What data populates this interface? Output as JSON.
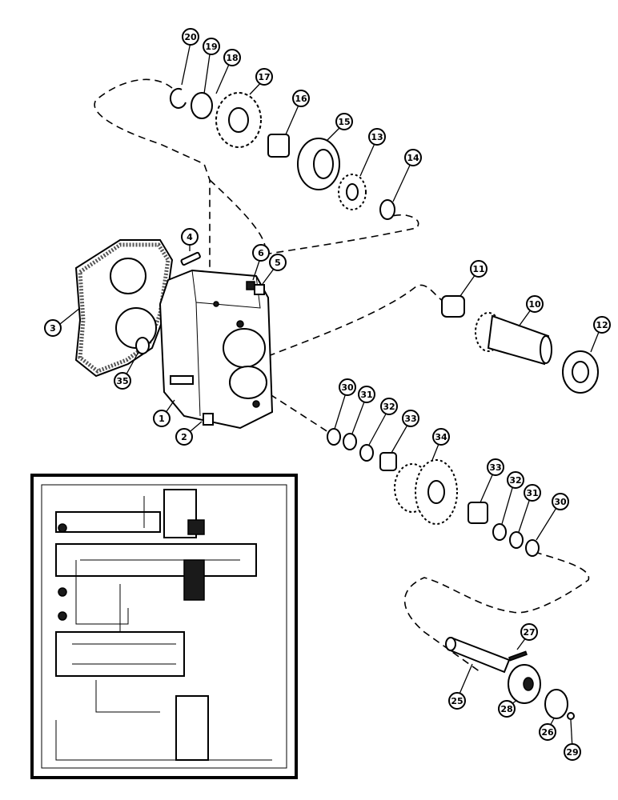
{
  "callouts": [
    {
      "id": "c20",
      "label": "20"
    },
    {
      "id": "c19",
      "label": "19"
    },
    {
      "id": "c18",
      "label": "18"
    },
    {
      "id": "c17",
      "label": "17"
    },
    {
      "id": "c16",
      "label": "16"
    },
    {
      "id": "c15",
      "label": "15"
    },
    {
      "id": "c13",
      "label": "13"
    },
    {
      "id": "c14",
      "label": "14"
    },
    {
      "id": "c4",
      "label": "4"
    },
    {
      "id": "c6",
      "label": "6"
    },
    {
      "id": "c5",
      "label": "5"
    },
    {
      "id": "c11",
      "label": "11"
    },
    {
      "id": "c10",
      "label": "10"
    },
    {
      "id": "c12",
      "label": "12"
    },
    {
      "id": "c3",
      "label": "3"
    },
    {
      "id": "c35",
      "label": "35"
    },
    {
      "id": "c1",
      "label": "1"
    },
    {
      "id": "c2",
      "label": "2"
    },
    {
      "id": "c30a",
      "label": "30"
    },
    {
      "id": "c31a",
      "label": "31"
    },
    {
      "id": "c32a",
      "label": "32"
    },
    {
      "id": "c33a",
      "label": "33"
    },
    {
      "id": "c34",
      "label": "34"
    },
    {
      "id": "c33b",
      "label": "33"
    },
    {
      "id": "c32b",
      "label": "32"
    },
    {
      "id": "c31b",
      "label": "31"
    },
    {
      "id": "c30b",
      "label": "30"
    },
    {
      "id": "c27",
      "label": "27"
    },
    {
      "id": "c25",
      "label": "25"
    },
    {
      "id": "c28",
      "label": "28"
    },
    {
      "id": "c26",
      "label": "26"
    },
    {
      "id": "c29",
      "label": "29"
    }
  ]
}
